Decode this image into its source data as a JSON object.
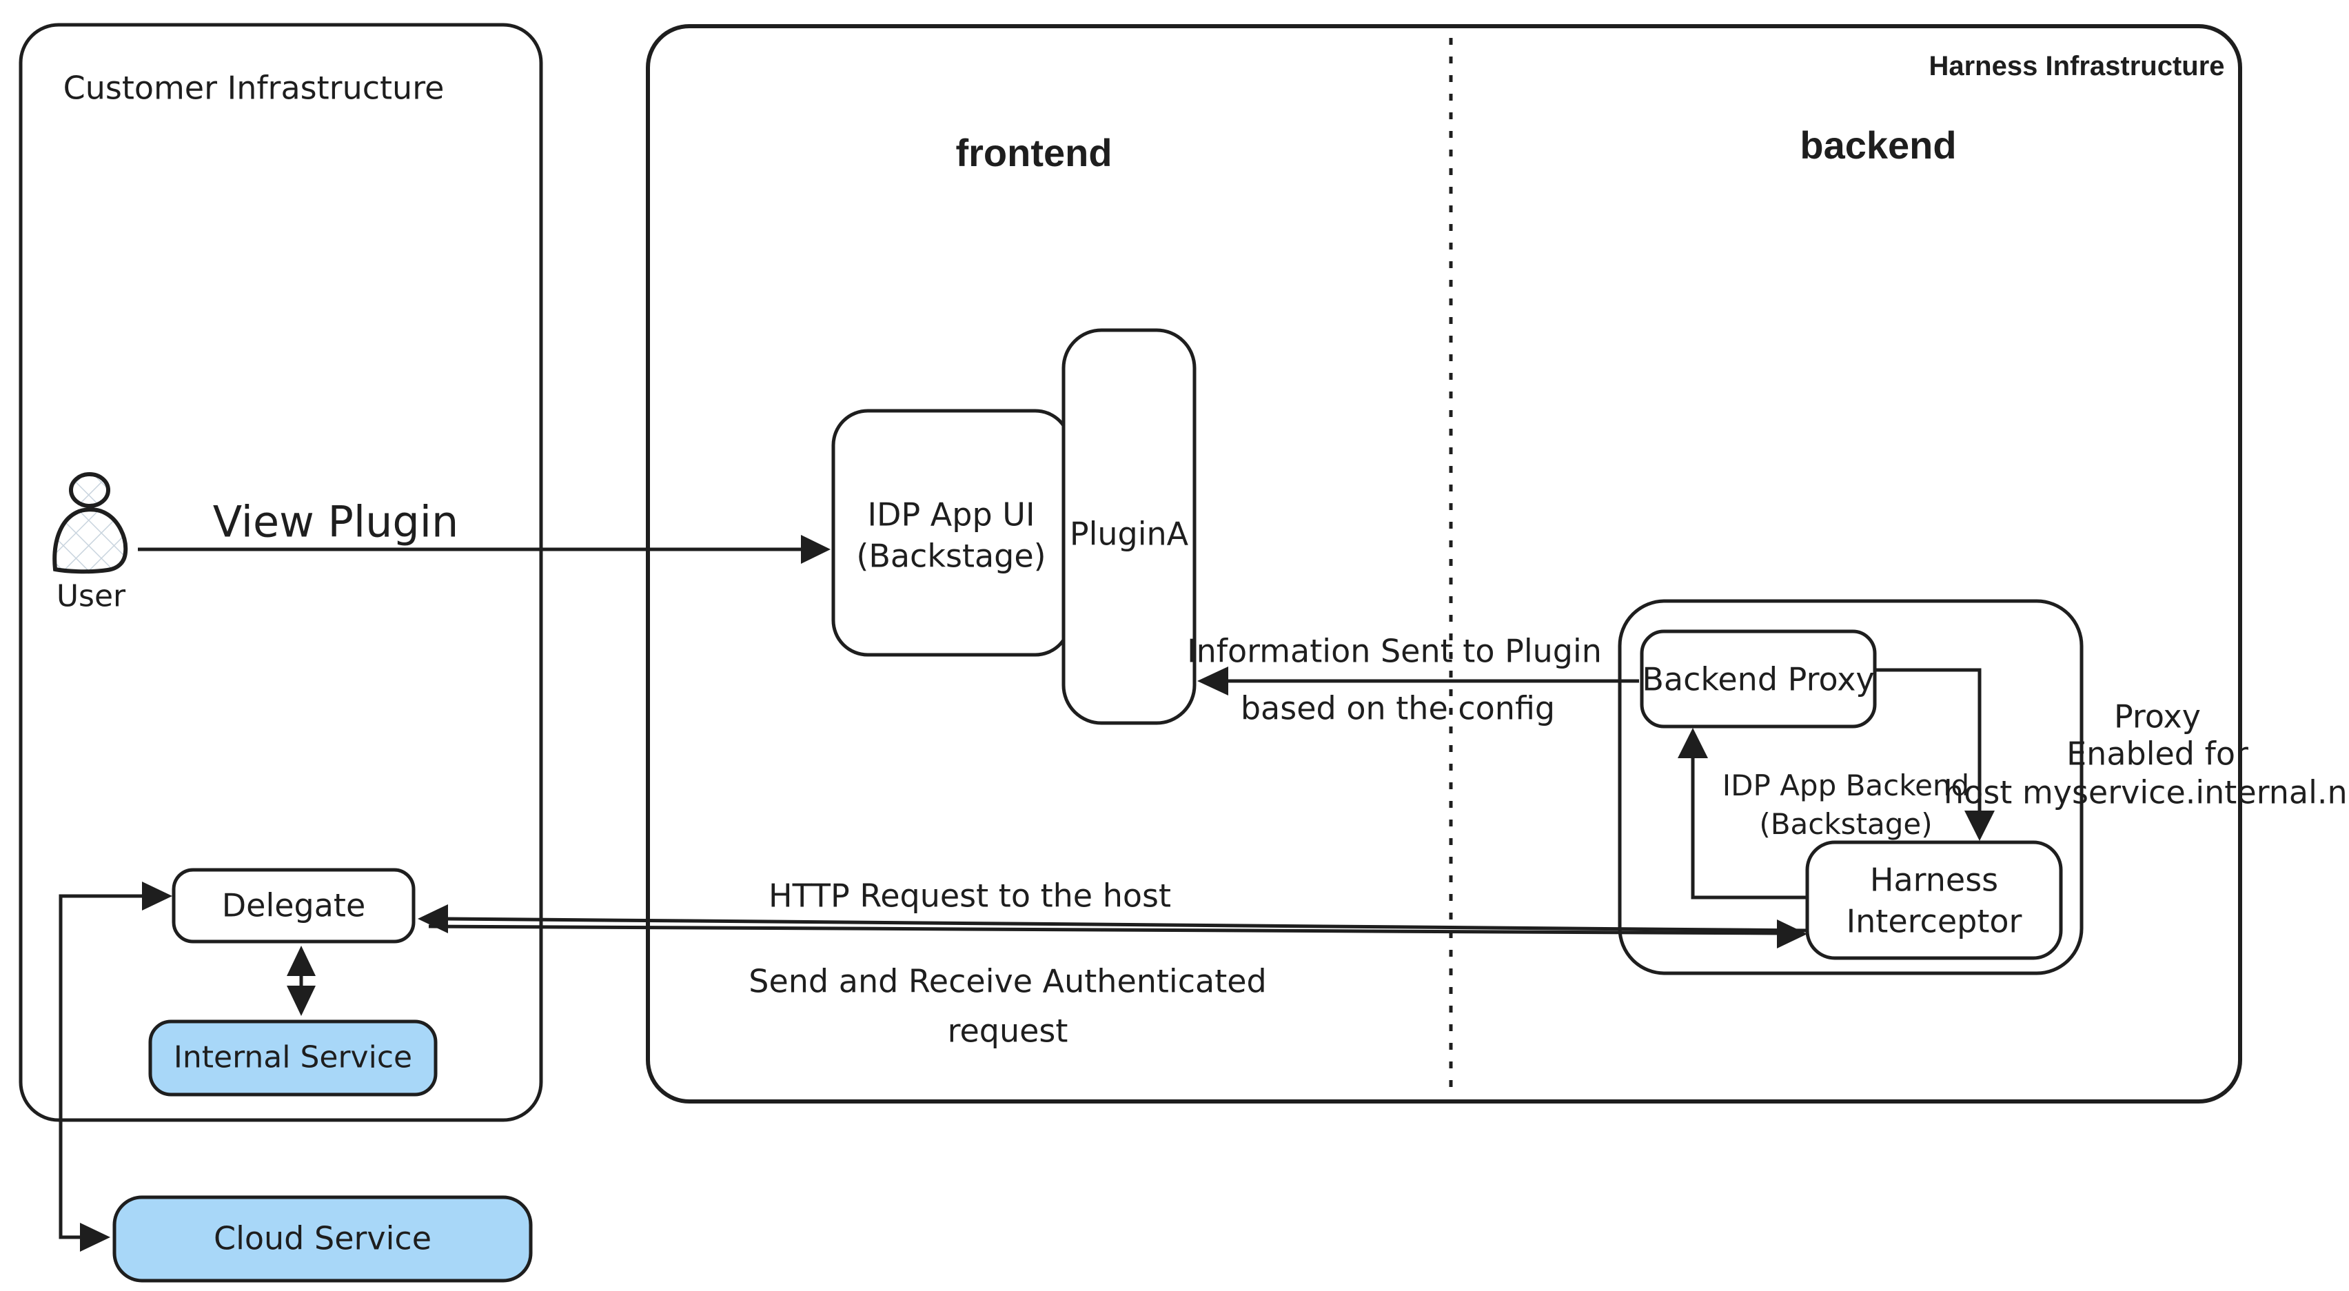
{
  "colors": {
    "ink": "#1e1e1e",
    "service_fill_blue": "#a8d7f8",
    "hatch_gray": "#c9d4de",
    "background": "#ffffff"
  },
  "regions": {
    "customer": {
      "title": "Customer Infrastructure"
    },
    "harness": {
      "title": "Harness Infrastructure",
      "frontend_label": "frontend",
      "backend_label": "backend"
    }
  },
  "nodes": {
    "user": {
      "label": "User",
      "icon": "person-icon"
    },
    "idp_app_ui": {
      "line1": "IDP App UI",
      "line2": "(Backstage)"
    },
    "plugin_a": {
      "label": "PluginA"
    },
    "backend_proxy": {
      "label": "Backend Proxy"
    },
    "idp_app_backend": {
      "line1": "IDP App Backend",
      "line2": "(Backstage)"
    },
    "harness_interceptor": {
      "line1": "Harness",
      "line2": "Interceptor"
    },
    "delegate": {
      "label": "Delegate"
    },
    "internal_service": {
      "label": "Internal Service"
    },
    "cloud_service": {
      "label": "Cloud Service"
    }
  },
  "annotations": {
    "view_plugin": "View Plugin",
    "info_sent_line1": "Information Sent to Plugin",
    "info_sent_line2": "based on the config",
    "proxy_line1": "Proxy",
    "proxy_line2": "Enabled for",
    "proxy_line3": "host myservice.internal.net",
    "http_request": "HTTP Request to the host",
    "send_receive_line1": "Send and Receive Authenticated",
    "send_receive_line2": "request"
  }
}
